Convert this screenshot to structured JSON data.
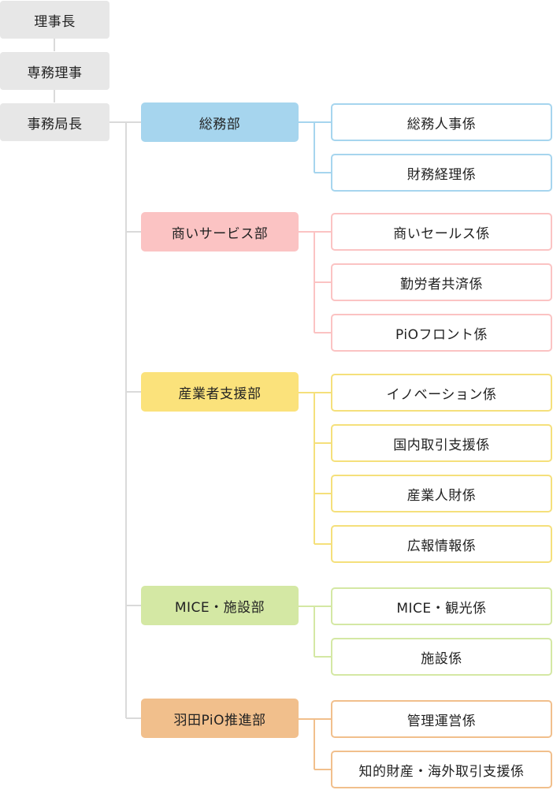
{
  "executives": [
    "理事長",
    "専務理事",
    "事務局長"
  ],
  "departments": [
    {
      "name": "総務部",
      "fill": "#a6d5ee",
      "border": "#a6d5ee",
      "sections": [
        "総務人事係",
        "財務経理係"
      ]
    },
    {
      "name": "商いサービス部",
      "fill": "#fbc3c3",
      "border": "#fbc3c3",
      "sections": [
        "商いセールス係",
        "勤労者共済係",
        "PiOフロント係"
      ]
    },
    {
      "name": "産業者支援部",
      "fill": "#fbe27b",
      "border": "#f5e07b",
      "sections": [
        "イノベーション係",
        "国内取引支援係",
        "産業人財係",
        "広報情報係"
      ]
    },
    {
      "name": "MICE・施設部",
      "fill": "#d4e8a4",
      "border": "#d4e8a4",
      "sections": [
        "MICE・観光係",
        "施設係"
      ]
    },
    {
      "name": "羽田PiO推進部",
      "fill": "#f1bf8c",
      "border": "#f1bf8c",
      "sections": [
        "管理運営係",
        "知的財産・海外取引支援係"
      ]
    }
  ]
}
